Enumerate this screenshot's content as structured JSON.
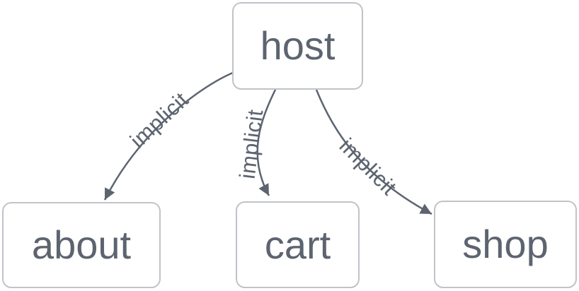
{
  "diagram": {
    "type": "flowchart",
    "background_color": "#ffffff",
    "node_fill_color": "#ffffff",
    "node_border_color": "#c0c3c8",
    "text_color": "#5d6470",
    "edge_color": "#5d6470",
    "nodes": [
      {
        "id": "host",
        "label": "host"
      },
      {
        "id": "about",
        "label": "about"
      },
      {
        "id": "cart",
        "label": "cart"
      },
      {
        "id": "shop",
        "label": "shop"
      }
    ],
    "edges": [
      {
        "from": "host",
        "to": "about",
        "label": "implicit",
        "arrow": "filled-triangle"
      },
      {
        "from": "host",
        "to": "cart",
        "label": "implicit",
        "arrow": "filled-triangle"
      },
      {
        "from": "host",
        "to": "shop",
        "label": "implicit",
        "arrow": "filled-triangle"
      }
    ]
  }
}
